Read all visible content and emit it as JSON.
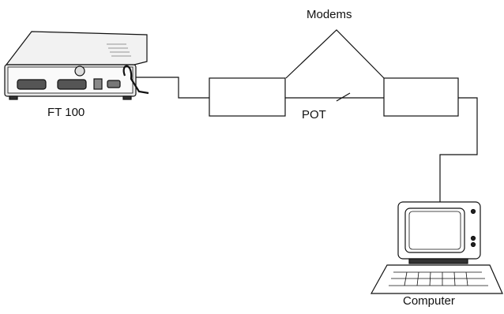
{
  "labels": {
    "modems": "Modems",
    "ft100": "FT 100",
    "pot": "POT",
    "computer": "Computer"
  },
  "colors": {
    "stroke": "#111111",
    "background": "#ffffff",
    "device_shade": "#cfcfcf"
  }
}
